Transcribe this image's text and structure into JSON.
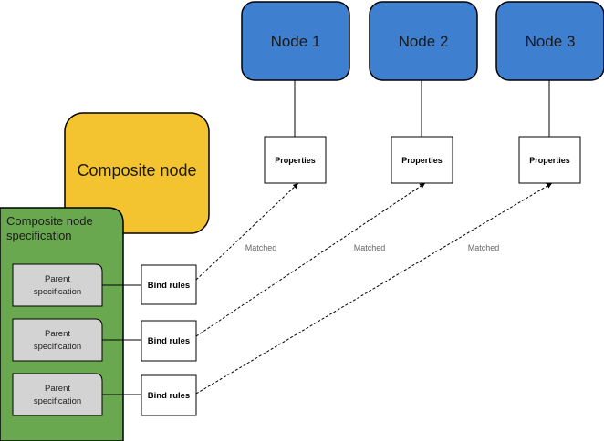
{
  "nodes": [
    {
      "label": "Node 1"
    },
    {
      "label": "Node 2"
    },
    {
      "label": "Node 3"
    }
  ],
  "properties_label": "Properties",
  "composite_node": {
    "label": "Composite node"
  },
  "composite_spec": {
    "title_line1": "Composite node",
    "title_line2": "specification"
  },
  "parent_spec": {
    "line1": "Parent",
    "line2": "specification"
  },
  "bind_rules_label": "Bind rules",
  "matched_label": "Matched",
  "colors": {
    "node_fill": "#3f7fcf",
    "composite_fill": "#f4c430",
    "spec_fill": "#6aa84f",
    "parent_fill": "#d3d3d3"
  }
}
